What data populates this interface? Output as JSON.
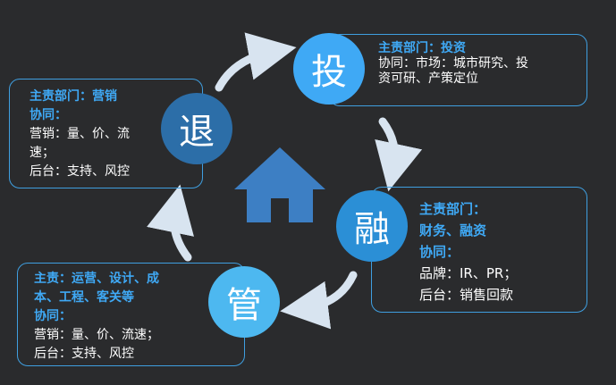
{
  "nodes": {
    "tou": {
      "char": "投",
      "color": "#3fa9f5"
    },
    "rong": {
      "char": "融",
      "color": "#2b8fd6"
    },
    "guan": {
      "char": "管",
      "color": "#4db8f0"
    },
    "tui": {
      "char": "退",
      "color": "#2c6ea8"
    }
  },
  "center_icon": {
    "name": "home-icon",
    "color": "#3d7fc4"
  },
  "colors": {
    "background": "#2a2b2d",
    "border": "#3f9fe0",
    "highlight": "#3fa9f5",
    "arrow": "#d8e4f0"
  },
  "boxes": {
    "tou": {
      "lines": [
        "主责部门：投资",
        "协同：市场：城市研究、投",
        "资可研、产策定位"
      ]
    },
    "rong": {
      "lines": [
        "主责部门：",
        "财务、融资",
        "协同：",
        "品牌：IR、PR；",
        "后台：销售回款"
      ]
    },
    "guan": {
      "lines": [
        "主责：运营、设计、成",
        "本、工程、客关等",
        "协同：",
        "营销：量、价、流速；",
        "后台：支持、风控"
      ]
    },
    "tui": {
      "lines": [
        "主责部门：营销",
        "协同：",
        "营销：量、价、流",
        "速；",
        "后台：支持、风控"
      ]
    }
  }
}
